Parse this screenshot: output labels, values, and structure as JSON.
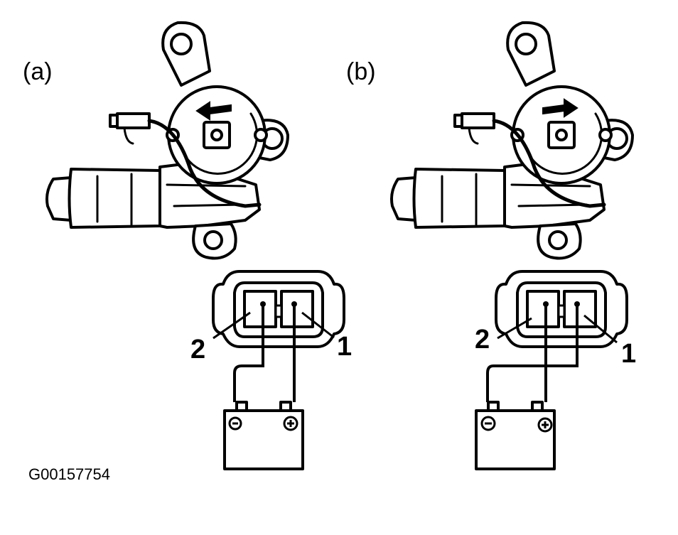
{
  "panels": [
    {
      "id": "a",
      "label": "(a)",
      "rotation": "counter-clockwise",
      "pins": {
        "left": "2",
        "right": "1"
      },
      "battery": {
        "left_terminal": "-",
        "right_terminal": "+"
      }
    },
    {
      "id": "b",
      "label": "(b)",
      "rotation": "clockwise",
      "pins": {
        "left": "2",
        "right": "1"
      },
      "battery": {
        "left_terminal": "-",
        "right_terminal": "+"
      }
    }
  ],
  "figure_code": "G00157754"
}
